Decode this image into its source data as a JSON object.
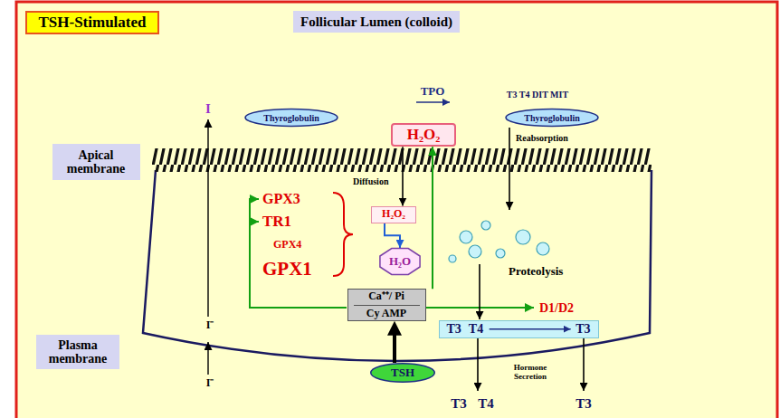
{
  "diagram": {
    "nodes": [
      {
        "text": [
          "TSH-Stimulated"
        ]
      },
      {
        "text": [
          "Follicular Lumen (colloid)"
        ]
      },
      {
        "text": [
          "Thyroglobulin"
        ]
      },
      {
        "text": [
          "H₂O₂"
        ]
      },
      {
        "text": [
          "Thyroglobulin"
        ]
      },
      {
        "text": [
          "Apical membrane"
        ]
      },
      {
        "text": [
          "H₂O₂"
        ]
      },
      {
        "text": [
          "H₂O"
        ]
      },
      {
        "text": [
          "Ca⁺⁺/ Pi",
          "Cy AMP"
        ]
      },
      {
        "text": [
          "T3",
          "T4",
          "T3"
        ]
      },
      {
        "text": [
          "Plasma membrane"
        ]
      },
      {
        "text": [
          "TSH"
        ]
      }
    ],
    "edges": [
      {
        "from": 3,
        "to": 6,
        "arrow": "to"
      },
      {
        "from": 6,
        "to": 7,
        "arrow": "to"
      },
      {
        "from": 8,
        "to": 3,
        "arrow": "to"
      },
      {
        "from": 11,
        "to": 8,
        "arrow": "to"
      }
    ],
    "labels": [
      "TPO",
      "T3 T4 DIT MIT",
      "I",
      "Reabsorption",
      "Diffusion",
      "GPX3",
      "TR1",
      "GPX4",
      "GPX1",
      "Proteolysis",
      "D1/D2",
      "I⁻",
      "I⁻",
      "Hormone Secretion",
      "T3",
      "T4",
      "T3"
    ]
  }
}
